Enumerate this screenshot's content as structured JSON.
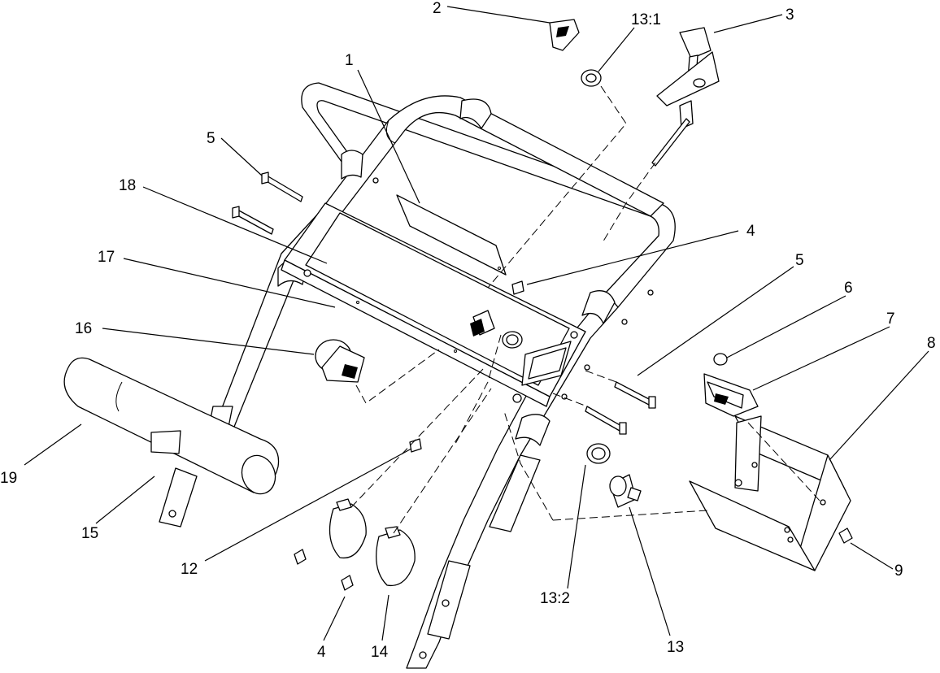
{
  "callouts": {
    "c1": "1",
    "c2": "2",
    "c3": "3",
    "c4a": "4",
    "c4b": "4",
    "c5a": "5",
    "c5b": "5",
    "c6": "6",
    "c7": "7",
    "c8": "8",
    "c9": "9",
    "c12": "12",
    "c13": "13",
    "c13_1": "13:1",
    "c13_2": "13:2",
    "c14": "14",
    "c15": "15",
    "c16": "16",
    "c17": "17",
    "c18": "18",
    "c19": "19"
  },
  "colors": {
    "line": "#000000",
    "background": "#ffffff"
  }
}
